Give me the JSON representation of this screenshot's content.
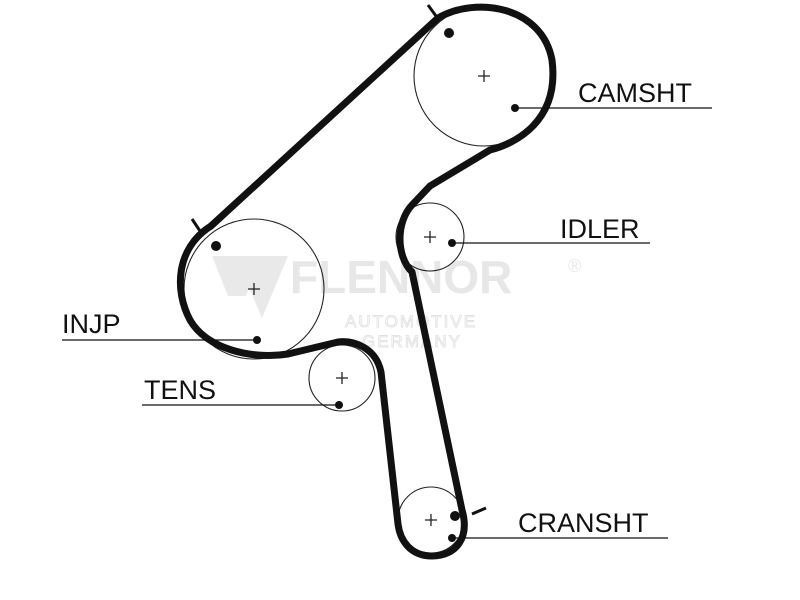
{
  "watermark": {
    "brand": "FLENNOR",
    "registered": "®",
    "line1": "AUTOMOTIVE",
    "line2": "GERMANY"
  },
  "labels": {
    "camshaft": "CAMSHT",
    "idler": "IDLER",
    "injection_pump": "INJP",
    "tensioner": "TENS",
    "crankshaft": "CRANSHT"
  },
  "colors": {
    "belt": "#111111",
    "watermark": "#e7e7e7"
  }
}
